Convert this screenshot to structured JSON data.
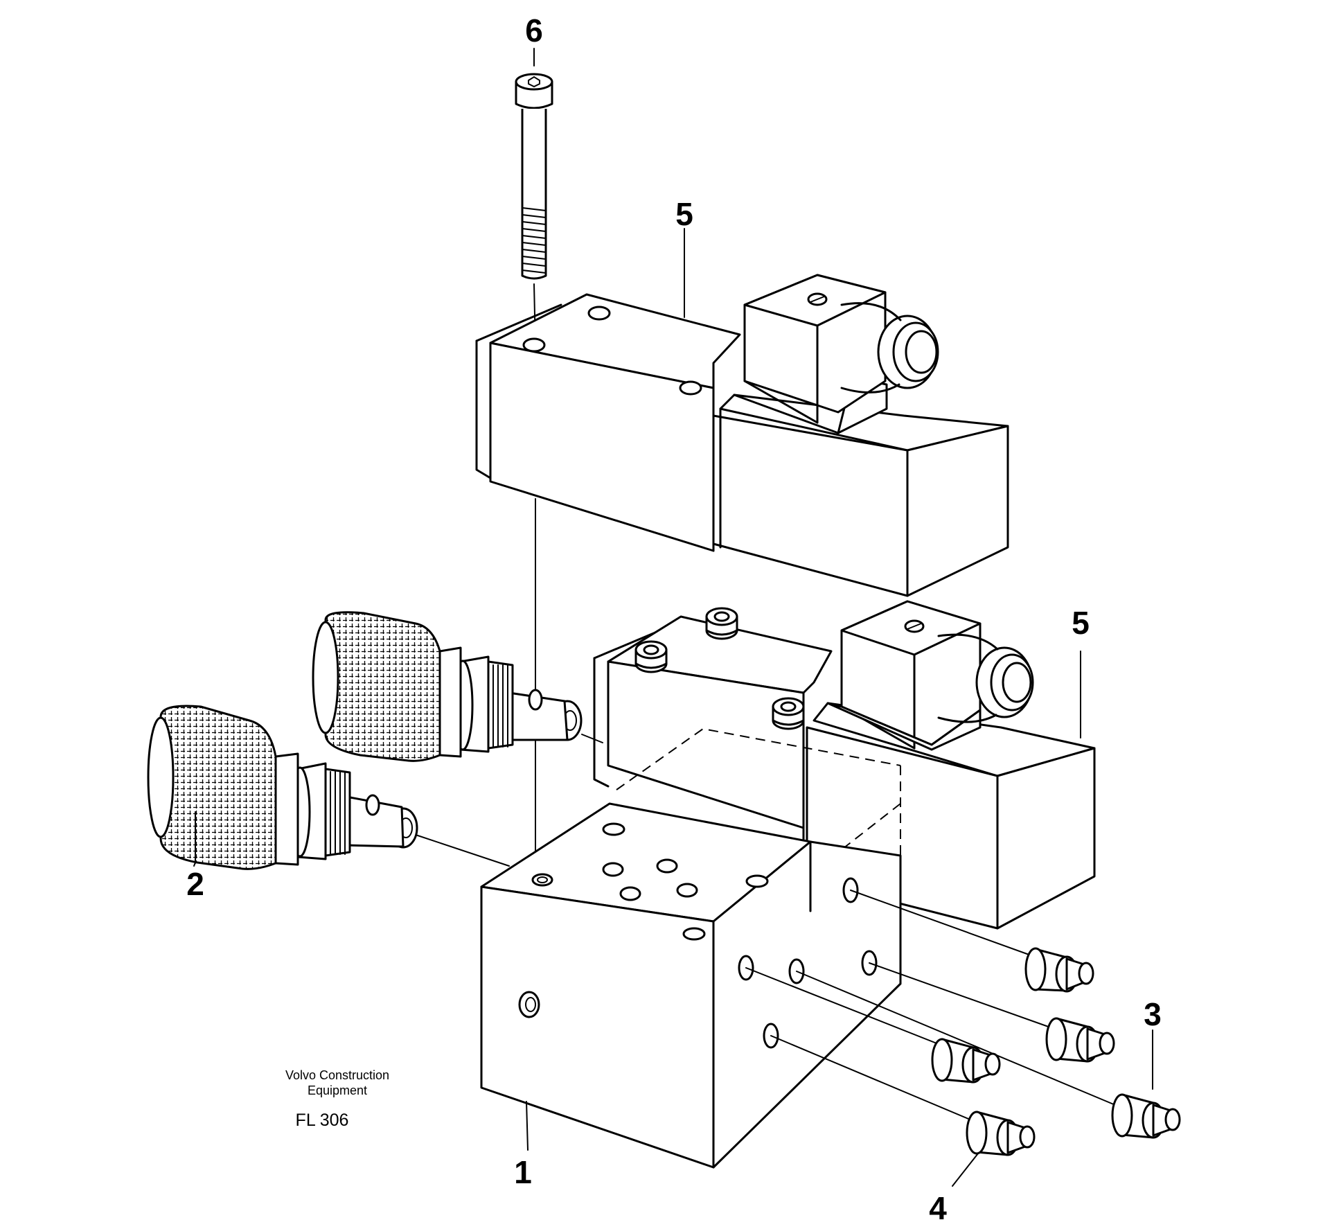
{
  "diagram": {
    "callouts": {
      "c1": "1",
      "c2": "2",
      "c3": "3",
      "c4": "4",
      "c5_top": "5",
      "c5_right": "5",
      "c6": "6"
    },
    "caption": {
      "line1": "Volvo Construction",
      "line2": "Equipment",
      "code": "FL 306"
    },
    "parts": [
      "manifold-block",
      "check-valve",
      "plug",
      "plug",
      "solenoid-valve",
      "cap-screw"
    ]
  }
}
